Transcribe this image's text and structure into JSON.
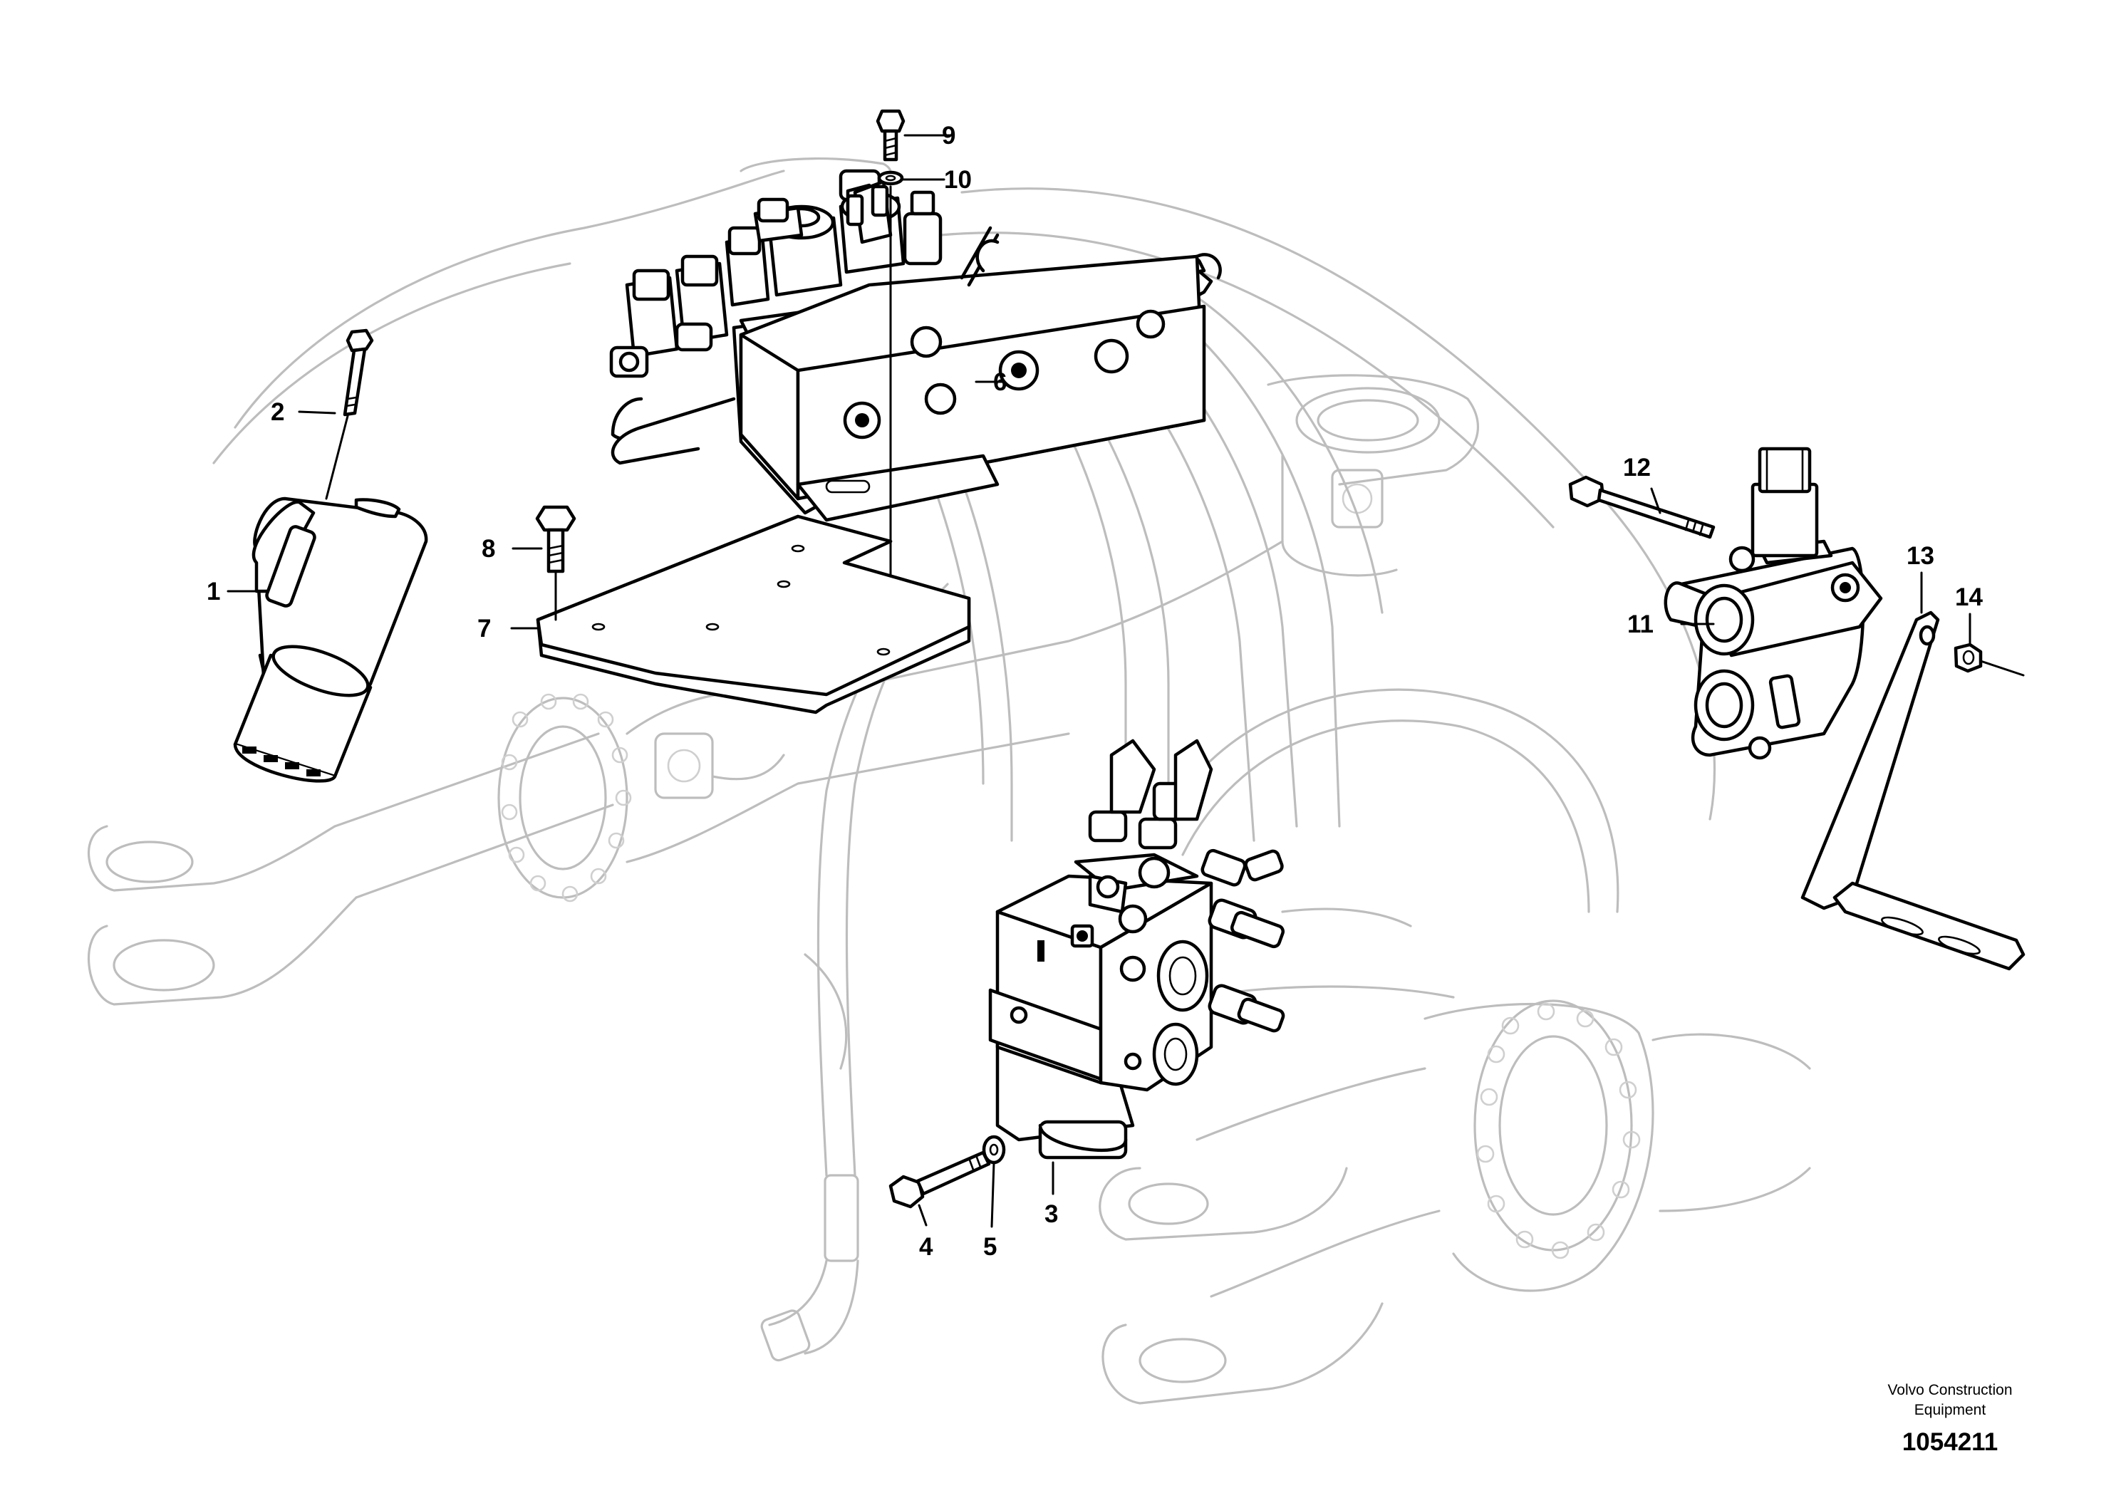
{
  "callouts": {
    "c1": "1",
    "c2": "2",
    "c3": "3",
    "c4": "4",
    "c5": "5",
    "c6": "6",
    "c7": "7",
    "c8": "8",
    "c9": "9",
    "c10": "10",
    "c11": "11",
    "c12": "12",
    "c13": "13",
    "c14": "14"
  },
  "footer": {
    "brand_line1": "Volvo Construction",
    "brand_line2": "Equipment",
    "drawing_number": "1054211"
  }
}
